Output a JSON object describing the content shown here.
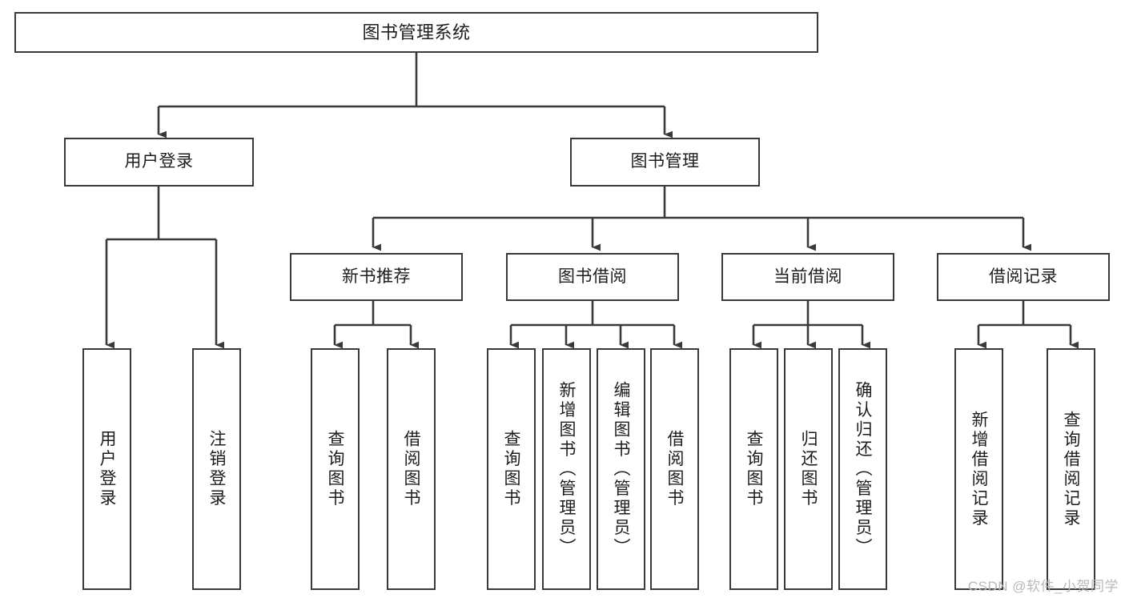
{
  "diagram": {
    "title": "图书管理系统",
    "type": "tree-hierarchy-chart",
    "colors": {
      "stroke": "#3a3a3a",
      "fill": "#ffffff",
      "text": "#1d1d1d",
      "watermark": "#b9b9b9"
    },
    "root": {
      "label": "图书管理系统"
    },
    "level1": [
      {
        "label": "用户登录"
      },
      {
        "label": "图书管理"
      }
    ],
    "level2": [
      {
        "label": "新书推荐"
      },
      {
        "label": "图书借阅"
      },
      {
        "label": "当前借阅"
      },
      {
        "label": "借阅记录"
      }
    ],
    "leaves": {
      "user_login": [
        {
          "label": "用户登录"
        },
        {
          "label": "注销登录"
        }
      ],
      "new_book": [
        {
          "label": "查询图书"
        },
        {
          "label": "借阅图书"
        }
      ],
      "book_borrow": [
        {
          "label": "查询图书"
        },
        {
          "label": "新增图书（管理员）"
        },
        {
          "label": "编辑图书（管理员）"
        },
        {
          "label": "借阅图书"
        }
      ],
      "current_borrow": [
        {
          "label": "查询图书"
        },
        {
          "label": "归还图书"
        },
        {
          "label": "确认归还（管理员）"
        }
      ],
      "borrow_record": [
        {
          "label": "新增借阅记录"
        },
        {
          "label": "查询借阅记录"
        }
      ]
    }
  },
  "watermark": {
    "text": "CSDN @软件_小贺同学"
  }
}
